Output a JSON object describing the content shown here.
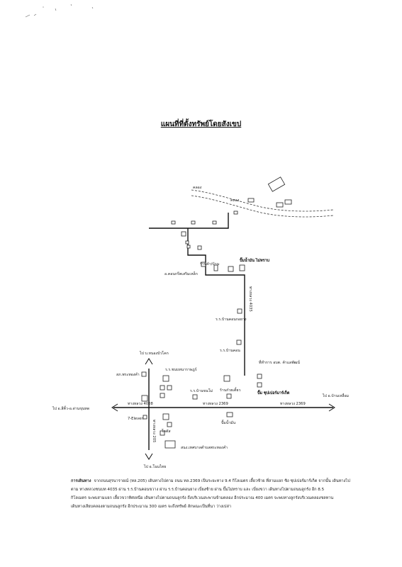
{
  "title": "แผนที่ที่ตั้งทรัพย์โดยสังเขป",
  "labels": {
    "canal_left": "คลอง",
    "canal_right": "คลอง",
    "temple_store": "ปั๊มน้ำมัน ไม่ทราบ",
    "school_community": "อ.คอนกรีตเสริมเหล็ก",
    "shop_near": "ร้านค้า/บ้าน",
    "road_4035": "ทางหลวง 4035",
    "school_ban_khon_ko_yang": "ร.ร.บ้านคอนกอยาง",
    "school_ban_khon": "ร.ร.บ้านคอน",
    "shop_7_gong": "ที่ทำการ อบต. ค้าแลพัฒนั่",
    "gas_station_pt": "ปั๊ม ซุปเปอร์มาร์เก็ต",
    "to_ban_ho_khao": "ไป อ.บ้านเหลื่อม",
    "to_north": "ไป บ.หนองบัวโคก",
    "police_station": "สภ.พระทองคำ",
    "school_pranat": "ร.ร.ชนบทนาราษฎร์",
    "school_small": "ร.ร.บ้านขนโม่",
    "restaurant": "ร้านก๋วยเตี๋ยว",
    "road_2369_a": "ทางหลวง 2369",
    "road_2369_b": "ทางหลวง 2369",
    "road_4008": "ทางหลวง 4008",
    "road_vertical_left": "ทางหลวง 205",
    "to_west": "ไป อ.สีคิ้ว-อ.ด่านขุนทด",
    "seven_eleven": "7-Eleven",
    "lotus": "โลตัส",
    "gas_ptt": "ปั๊มน้ำมัน",
    "office": "สนง.เทศบาลตำบลพระทองคำ",
    "to_south": "ไป อ.โนนไทย"
  },
  "directions": {
    "heading": "การเดินทาง",
    "line1": "จากถนนสุรนารายณ์ (ทล.205) เดินทางไปตาม ถนน ทล.2369 เป็นระยะทาง 9.4 กิโลเมตร เลี้ยวซ้าย ที่สามแยก ซิง ซุปเปอร์มาร์เก็ต จากนั้น เดินทางไป",
    "line2": "ตาม ทางหลวงชนบท 4035 ผ่าน ร.ร.บ้านคอนขวาง ผ่าน ร.ร.บ้านคอนยาง เบี่ยงซ้าย ผ่าน ปั๊มไม่ทราบ และ เบี่ยงขวา เดินทางไปตามถนนลูกรัง อีก 8.5",
    "line3": "กิโลเมตร จะพบสามแยก เลี้ยวขวาทิศเหนือ เดินทางไปตามถนนลูกรัง ถึงบริเวณสะพานข้ามคลอง อีกประมาณ 400 เมตร จะพบทางลูกรังบริเวณคลองชลทาน",
    "line4": "เดินทางเลียบคลองตามถนนลูกรัง อีกประมาณ 300 เมตร จะถึงทรัพย์ ลักษณะเป็นที่นา ว่างเปล่า"
  }
}
